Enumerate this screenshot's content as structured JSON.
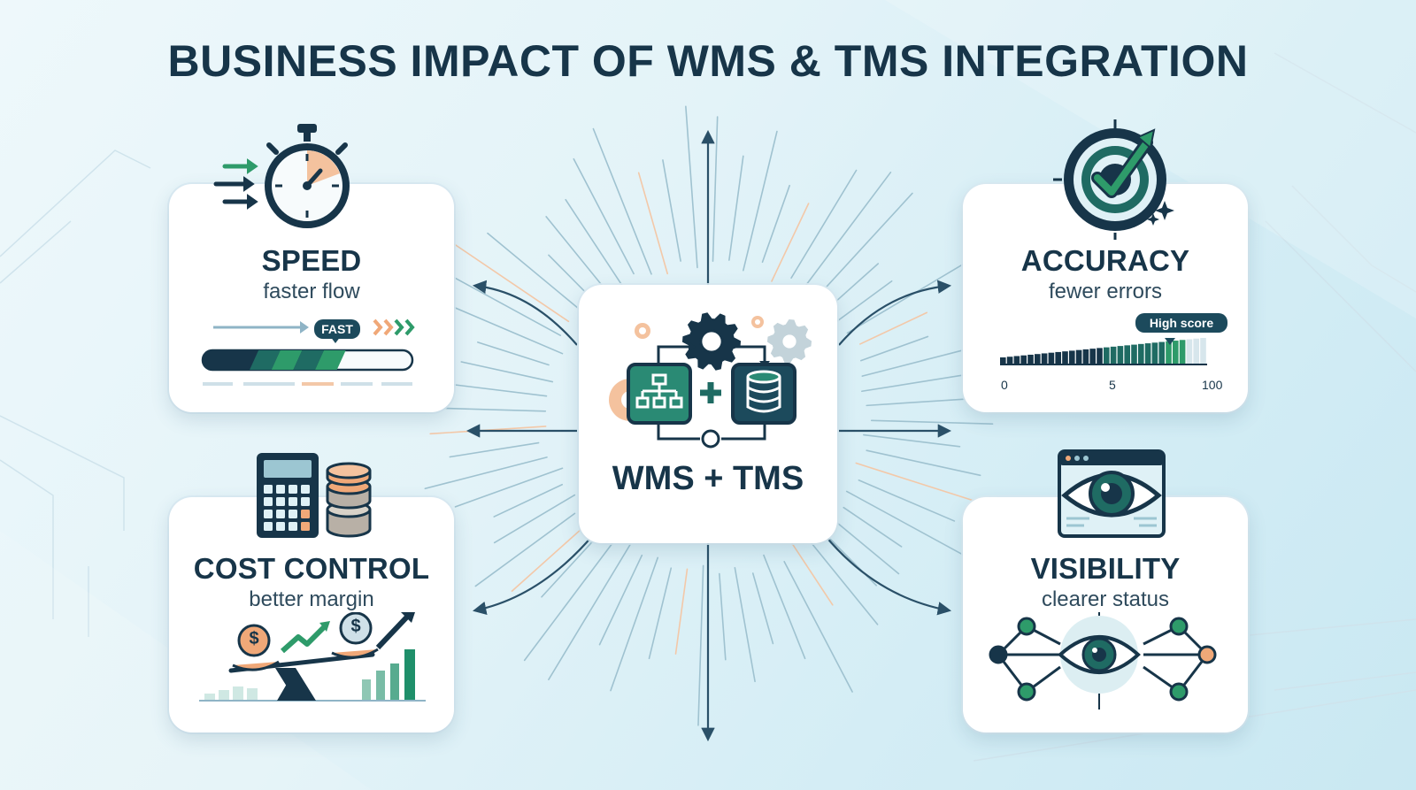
{
  "title": "BUSINESS IMPACT OF WMS & TMS INTEGRATION",
  "center": {
    "label": "WMS + TMS",
    "icon": "integration-cycle-icon"
  },
  "cards": {
    "speed": {
      "label": "SPEED",
      "sub": "faster flow",
      "icon": "stopwatch-icon",
      "badge": "FAST",
      "progress": 0.64
    },
    "accuracy": {
      "label": "ACCURACY",
      "sub": "fewer errors",
      "icon": "target-check-icon",
      "badge": "High score",
      "scale": {
        "ticks": [
          "0",
          "5",
          "100"
        ],
        "level": 0.93
      }
    },
    "cost": {
      "label": "COST CONTROL",
      "sub": "better margin",
      "icon": "calculator-coins-icon",
      "coin_symbol": "$"
    },
    "visibility": {
      "label": "VISIBILITY",
      "sub": "clearer status",
      "icon": "eye-window-icon"
    }
  },
  "colors": {
    "navy": "#173549",
    "teal": "#1f6b63",
    "green": "#2e9b6a",
    "orange": "#f0a878",
    "light": "#dff1f6"
  }
}
